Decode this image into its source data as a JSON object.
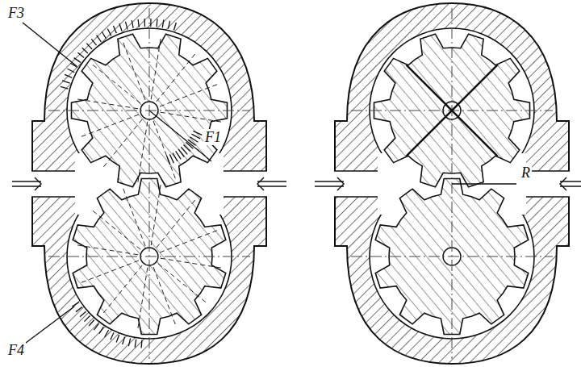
{
  "diagram": {
    "labels": [
      "F3",
      "F1",
      "F4",
      "R"
    ]
  }
}
